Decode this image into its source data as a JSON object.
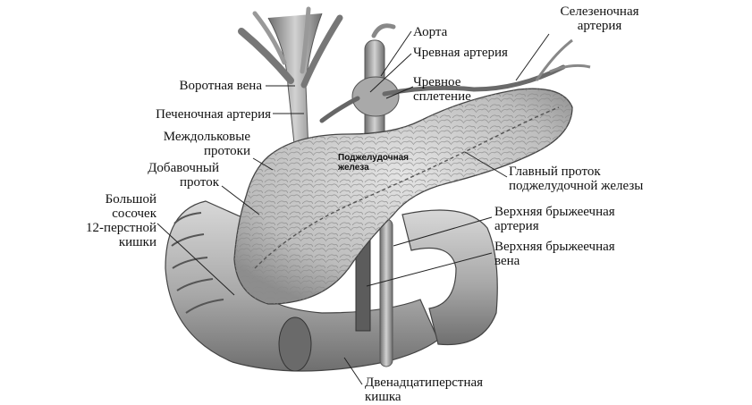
{
  "labels": {
    "portal_vein": "Воротная вена",
    "hepatic_artery": "Печеночная артерия",
    "interlobular_ducts": "Междольковые\nпротоки",
    "accessory_duct": "Добавочный\nпроток",
    "major_papilla": "Большой\nсосочек\n12-перстной\nкишки",
    "aorta": "Аорта",
    "celiac_artery": "Чревная артерия",
    "celiac_plexus": "Чревное\nсплетение",
    "splenic_artery": "Селезеночная\nартерия",
    "main_duct": "Главный проток\nподжелудочной железы",
    "sup_mesenteric_artery": "Верхняя брыжеечная\nартерия",
    "sup_mesenteric_vein": "Верхняя брыжеечная\nвена",
    "duodenum": "Двенадцатиперстная\nкишка",
    "pancreas": "Поджелудочная\nжелеза"
  },
  "colors": {
    "tissue": "#c9c9c9",
    "tissue_dark": "#7a7a7a",
    "vessel": "#9a9a9a",
    "line": "#222222"
  }
}
